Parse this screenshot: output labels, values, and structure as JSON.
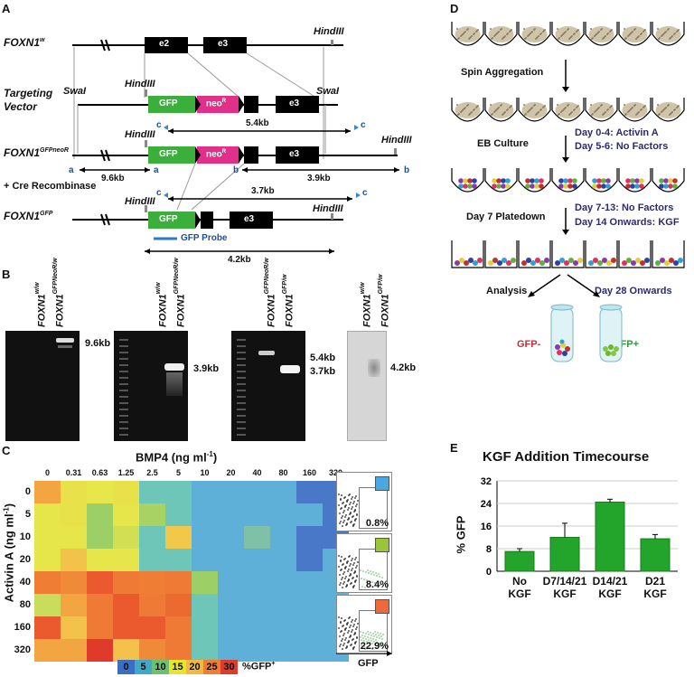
{
  "panels": {
    "a": "A",
    "b": "B",
    "c": "C",
    "d": "D",
    "e": "E"
  },
  "panelA": {
    "gene_wt": "FOXN1",
    "gene_wt_sup": "w",
    "targeting_vector": "Targeting\nVector",
    "gene_neo": "FOXN1",
    "gene_neo_sup": "GFPneoR",
    "gene_gfp": "FOXN1",
    "gene_gfp_sup": "GFP",
    "cre": "+ Cre Recombinase",
    "e2": "e2",
    "e3": "e3",
    "gfp": "GFP",
    "neo": "neo",
    "neo_sup": "R",
    "hindiii": "HindIII",
    "swai": "SwaI",
    "kb54": "5.4kb",
    "kb96": "9.6kb",
    "kb39": "3.9kb",
    "kb37": "3.7kb",
    "kb42": "4.2kb",
    "gfp_probe": "GFP Probe",
    "site_a": "a",
    "site_b": "b",
    "site_c": "c"
  },
  "panelB": {
    "gel1": [
      "FOXN1w/w",
      "FOXN1GFPNeoR/w"
    ],
    "gel2": [
      "FOXN1w/w",
      "FOXN1GFPNeoR/w"
    ],
    "gel3": [
      "FOXN1GFPNeoR/w",
      "FOXN1GFP/w"
    ],
    "gel4": [
      "FOXN1w/w",
      "FOXN1GFP/w"
    ],
    "band1": "9.6kb",
    "band2": "3.9kb",
    "band3a": "5.4kb",
    "band3b": "3.7kb",
    "band4": "4.2kb"
  },
  "panelC": {
    "title": "BMP4 (ng ml",
    "title_sup": "-1",
    "title_end": ")",
    "ylabel": "Activin A (ng ml",
    "ylabel_sup": "-1",
    "ylabel_end": ")",
    "columns": [
      "0",
      "0.31",
      "0.63",
      "1.25",
      "2.5",
      "5",
      "10",
      "20",
      "40",
      "80",
      "160",
      "320"
    ],
    "rows": [
      "0",
      "5",
      "10",
      "20",
      "40",
      "80",
      "160",
      "320"
    ],
    "legend_values": [
      "0",
      "5",
      "10",
      "15",
      "20",
      "25",
      "30"
    ],
    "legend_colors": [
      "#3a6fc4",
      "#41a8c8",
      "#6cc070",
      "#e6e62a",
      "#f4b840",
      "#ef7d33",
      "#e03a2a"
    ],
    "legend_label": "%GFP",
    "legend_sup": "+",
    "flow_values": [
      "0.8%",
      "8.4%",
      "22.9%"
    ],
    "flow_colors": [
      "#4aa8e0",
      "#9bc43a",
      "#ef6a3a"
    ],
    "flow_xlabel": "GFP",
    "grid": [
      [
        "#f2a541",
        "#e9e14a",
        "#e7e64a",
        "#e9e14a",
        "#6dc6b8",
        "#6dc6b8",
        "#5fb0d8",
        "#5fb0d8",
        "#5fb0d8",
        "#5fb0d8",
        "#4a78c8",
        "#4a78c8"
      ],
      [
        "#e6e64a",
        "#e8e24a",
        "#9ccf66",
        "#e6e64a",
        "#a7d264",
        "#6dc6b8",
        "#5fb0d8",
        "#5fb0d8",
        "#5fb0d8",
        "#5fb0d8",
        "#5fb0d8",
        "#4a78c8"
      ],
      [
        "#e6e64a",
        "#e6e64a",
        "#9ccf66",
        "#d3df52",
        "#6dc6b8",
        "#f1c84a",
        "#5fb0d8",
        "#5fb0d8",
        "#7fc1a8",
        "#5fb0d8",
        "#4a78c8",
        "#4a78c8"
      ],
      [
        "#e6e64a",
        "#f2c24a",
        "#e6e64a",
        "#e6e64a",
        "#6dc6b8",
        "#6dc6b8",
        "#5fb0d8",
        "#5fb0d8",
        "#5fb0d8",
        "#5fb0d8",
        "#4a78c8",
        "#5fb0d8"
      ],
      [
        "#ef7d33",
        "#ef8a38",
        "#ea5a2e",
        "#ee7a35",
        "#ef7d33",
        "#ee7a35",
        "#9ccf66",
        "#5fb0d8",
        "#5fb0d8",
        "#5fb0d8",
        "#5fb0d8",
        "#5fb0d8"
      ],
      [
        "#c9dc5c",
        "#f2a541",
        "#ee7a35",
        "#ea5a2e",
        "#ee7a35",
        "#ea6a30",
        "#6dc6b8",
        "#5fb0d8",
        "#5fb0d8",
        "#5fb0d8",
        "#5fb0d8",
        "#5fb0d8"
      ],
      [
        "#ea5a2e",
        "#f2c24a",
        "#ee7a35",
        "#ea5a2e",
        "#ea5a2e",
        "#ee7a35",
        "#6dc6b8",
        "#5fb0d8",
        "#5fb0d8",
        "#5fb0d8",
        "#5fb0d8",
        "#5fb0d8"
      ],
      [
        "#f2a541",
        "#f2a541",
        "#e03a2a",
        "#f2c24a",
        "#ef8a38",
        "#ee7a35",
        "#6dc6b8",
        "#5fb0d8",
        "#5fb0d8",
        "#5fb0d8",
        "#5fb0d8",
        "#5fb0d8"
      ]
    ]
  },
  "panelD": {
    "spin": "Spin Aggregation",
    "eb": "EB Culture",
    "day04": "Day 0-4: Activin A",
    "day56": "Day 5-6: No Factors",
    "plate": "Day 7 Platedown",
    "day713": "Day 7-13: No Factors",
    "day14": "Day 14 Onwards: KGF",
    "analysis": "Analysis",
    "day28": "Day 28 Onwards",
    "gfp_neg": "GFP-",
    "gfp_pos": "GFP+"
  },
  "chart_data": {
    "type": "bar",
    "title": "KGF Addition Timecourse",
    "ylabel": "% GFP",
    "xlabel": "",
    "categories": [
      "No\nKGF",
      "D7/14/21\nKGF",
      "D14/21\nKGF",
      "D21\nKGF"
    ],
    "values": [
      7,
      12,
      24.5,
      11.5
    ],
    "errors": [
      1,
      5,
      1,
      1.5
    ],
    "ylim": [
      0,
      32
    ],
    "yticks": [
      "0",
      "8",
      "16",
      "24",
      "32"
    ],
    "color": "#22a52a",
    "grid": true
  }
}
